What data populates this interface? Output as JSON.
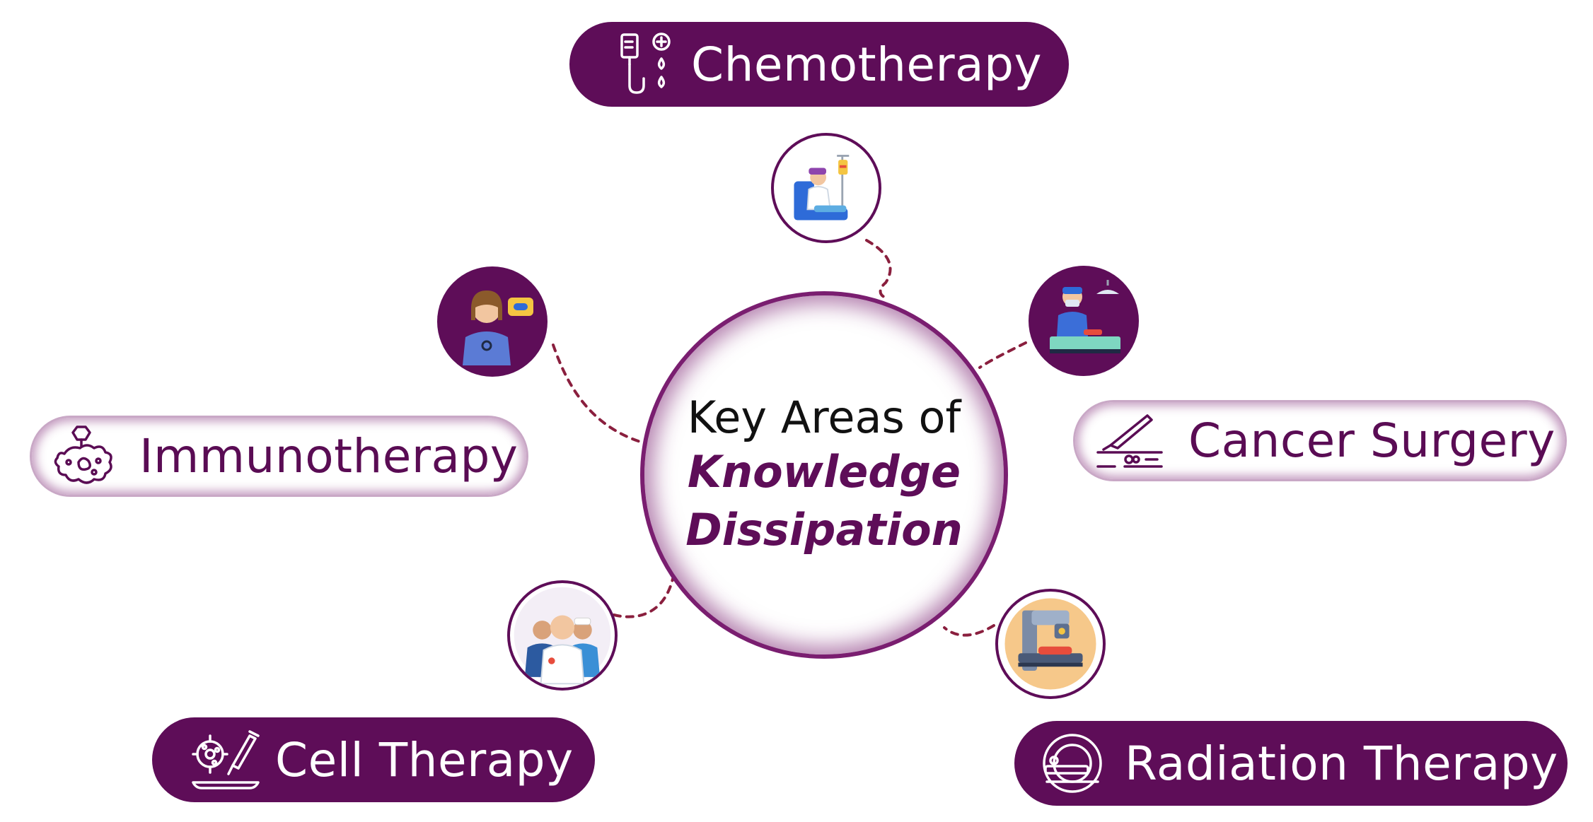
{
  "center": {
    "line1": "Key Areas of",
    "line2": "Knowledge",
    "line3": "Dissipation"
  },
  "areas": [
    {
      "label": "Chemotherapy",
      "style": "dark",
      "icon": "iv-drip-icon",
      "picture": "patient-on-iv-drip-icon"
    },
    {
      "label": "Cancer Surgery",
      "style": "light",
      "icon": "scalpel-icon",
      "picture": "surgeon-operating-icon"
    },
    {
      "label": "Radiation Therapy",
      "style": "dark",
      "icon": "mri-scanner-icon",
      "picture": "radiation-machine-icon"
    },
    {
      "label": "Cell Therapy",
      "style": "dark",
      "icon": "cell-syringe-icon",
      "picture": "medical-team-icon"
    },
    {
      "label": "Immunotherapy",
      "style": "light",
      "icon": "immune-cell-icon",
      "picture": "patient-with-pill-icon"
    }
  ],
  "colors": {
    "brand_purple": "#5e0d58",
    "connector": "#8a1f3e",
    "text_dark": "#111111",
    "background": "#ffffff"
  }
}
